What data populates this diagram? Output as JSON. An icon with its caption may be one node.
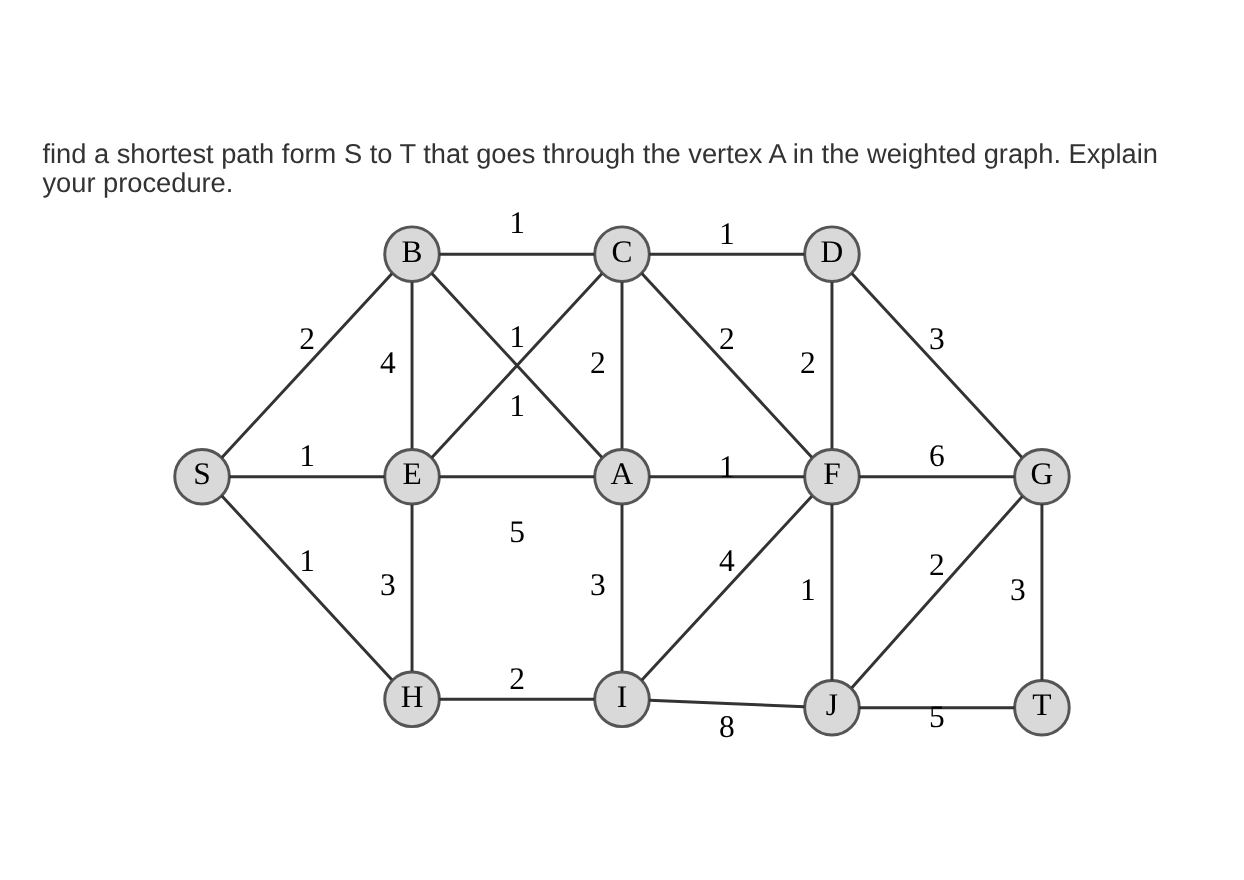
{
  "diagram": {
    "title": "find a shortest path form S to T that goes through the vertex A in the weighted graph. Explain your procedure.",
    "nodes": [
      {
        "text": [
          "B"
        ]
      },
      {
        "text": [
          "C"
        ]
      },
      {
        "text": [
          "D"
        ]
      },
      {
        "text": [
          "S"
        ]
      },
      {
        "text": [
          "E"
        ]
      },
      {
        "text": [
          "A"
        ]
      },
      {
        "text": [
          "F"
        ]
      },
      {
        "text": [
          "G"
        ]
      },
      {
        "text": [
          "H"
        ]
      },
      {
        "text": [
          "I"
        ]
      },
      {
        "text": [
          "J"
        ]
      },
      {
        "text": [
          "T"
        ]
      }
    ],
    "edges": [
      {
        "from": 0,
        "to": 1,
        "arrow": "none",
        "label": "1"
      },
      {
        "from": 1,
        "to": 2,
        "arrow": "none",
        "label": "1"
      },
      {
        "from": 3,
        "to": 0,
        "arrow": "none",
        "label": "2"
      },
      {
        "from": 0,
        "to": 4,
        "arrow": "none",
        "label": "4"
      },
      {
        "from": 0,
        "to": 5,
        "arrow": "none",
        "label": "1"
      },
      {
        "from": 4,
        "to": 1,
        "arrow": "none",
        "label": "1"
      },
      {
        "from": 1,
        "to": 5,
        "arrow": "none",
        "label": "2"
      },
      {
        "from": 1,
        "to": 6,
        "arrow": "none",
        "label": "2"
      },
      {
        "from": 2,
        "to": 6,
        "arrow": "none",
        "label": "2"
      },
      {
        "from": 2,
        "to": 7,
        "arrow": "none",
        "label": "3"
      },
      {
        "from": 3,
        "to": 4,
        "arrow": "none",
        "label": "1"
      },
      {
        "from": 4,
        "to": 5,
        "arrow": "none",
        "label": "5"
      },
      {
        "from": 5,
        "to": 6,
        "arrow": "none",
        "label": "1"
      },
      {
        "from": 6,
        "to": 7,
        "arrow": "none",
        "label": "6"
      },
      {
        "from": 3,
        "to": 8,
        "arrow": "none",
        "label": "1"
      },
      {
        "from": 4,
        "to": 8,
        "arrow": "none",
        "label": "3"
      },
      {
        "from": 5,
        "to": 9,
        "arrow": "none",
        "label": "3"
      },
      {
        "from": 9,
        "to": 6,
        "arrow": "none",
        "label": "4"
      },
      {
        "from": 6,
        "to": 10,
        "arrow": "none",
        "label": "1"
      },
      {
        "from": 10,
        "to": 7,
        "arrow": "none",
        "label": "2"
      },
      {
        "from": 7,
        "to": 11,
        "arrow": "none",
        "label": "3"
      },
      {
        "from": 8,
        "to": 9,
        "arrow": "none",
        "label": "2"
      },
      {
        "from": 9,
        "to": 10,
        "arrow": "none",
        "label": "8"
      },
      {
        "from": 10,
        "to": 11,
        "arrow": "none",
        "label": "5"
      }
    ]
  }
}
